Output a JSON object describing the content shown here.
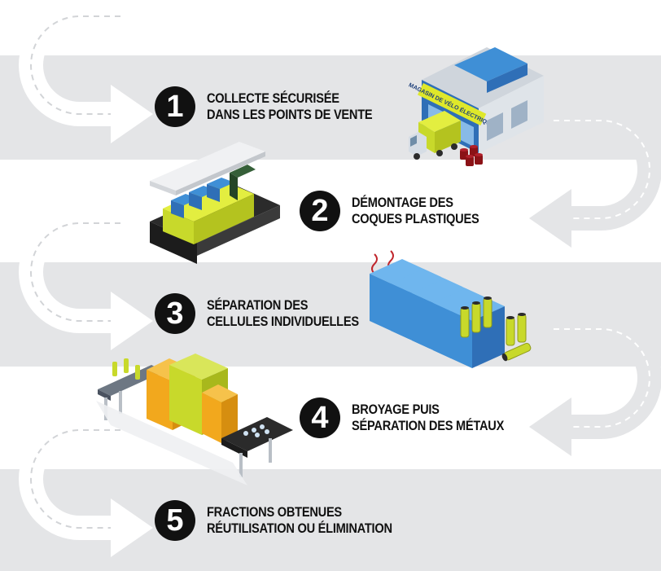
{
  "steps": [
    {
      "number": "1",
      "line1": "COLLECTE SÉCURISÉE",
      "line2": "DANS LES POINTS DE VENTE"
    },
    {
      "number": "2",
      "line1": "DÉMONTAGE DES",
      "line2": "COQUES PLASTIQUES"
    },
    {
      "number": "3",
      "line1": "SÉPARATION DES",
      "line2": "CELLULES INDIVIDUELLES"
    },
    {
      "number": "4",
      "line1": "BROYAGE PUIS",
      "line2": "SÉPARATION DES MÉTAUX"
    },
    {
      "number": "5",
      "line1": "FRACTIONS OBTENUES",
      "line2": "RÉUTILISATION OU ÉLIMINATION"
    }
  ],
  "store": {
    "sign": "MAGASIN DE VÉLO ÉLECTRIQUE"
  },
  "colors": {
    "band": "#e4e5e7",
    "arrow": "#ffffff",
    "badge": "#111111",
    "battery_blue": "#3f8fd6",
    "lime": "#c8d92b",
    "orange": "#f2a81d",
    "dark": "#2b2b2b"
  },
  "icons": [
    "u-turn-arrow-icon",
    "store-icon",
    "truck-icon",
    "battery-pack-icon",
    "cells-icon",
    "shredder-machine-icon",
    "conveyor-icon"
  ]
}
